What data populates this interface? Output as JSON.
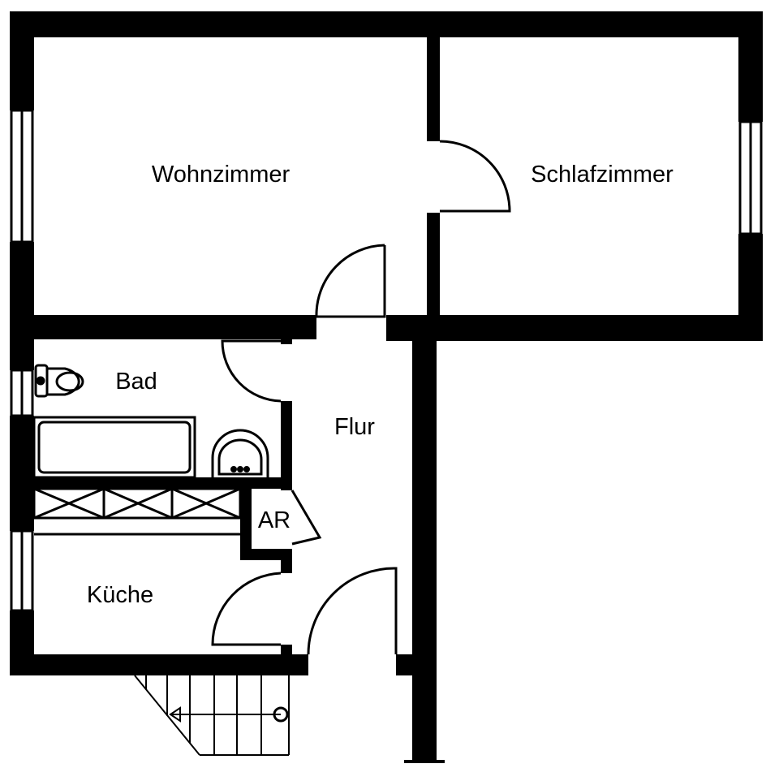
{
  "rooms": {
    "wohnzimmer": "Wohnzimmer",
    "schlafzimmer": "Schlafzimmer",
    "bad": "Bad",
    "flur": "Flur",
    "ar": "AR",
    "kueche": "Küche"
  },
  "colors": {
    "wall": "#000000",
    "background": "#ffffff"
  }
}
